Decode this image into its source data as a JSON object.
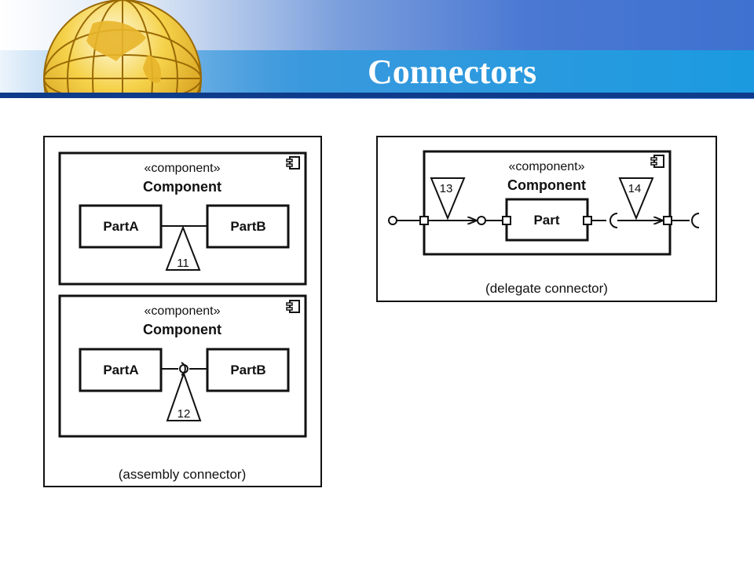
{
  "slide": {
    "title": "Connectors"
  },
  "assembly": {
    "top": {
      "stereotype": "«component»",
      "name": "Component",
      "partA": "PartA",
      "partB": "PartB",
      "note": "11"
    },
    "bottom": {
      "stereotype": "«component»",
      "name": "Component",
      "partA": "PartA",
      "partB": "PartB",
      "note": "12"
    },
    "caption": "(assembly connector)"
  },
  "delegate": {
    "stereotype": "«component»",
    "name": "Component",
    "part": "Part",
    "note_left": "13",
    "note_right": "14",
    "caption": "(delegate connector)"
  }
}
